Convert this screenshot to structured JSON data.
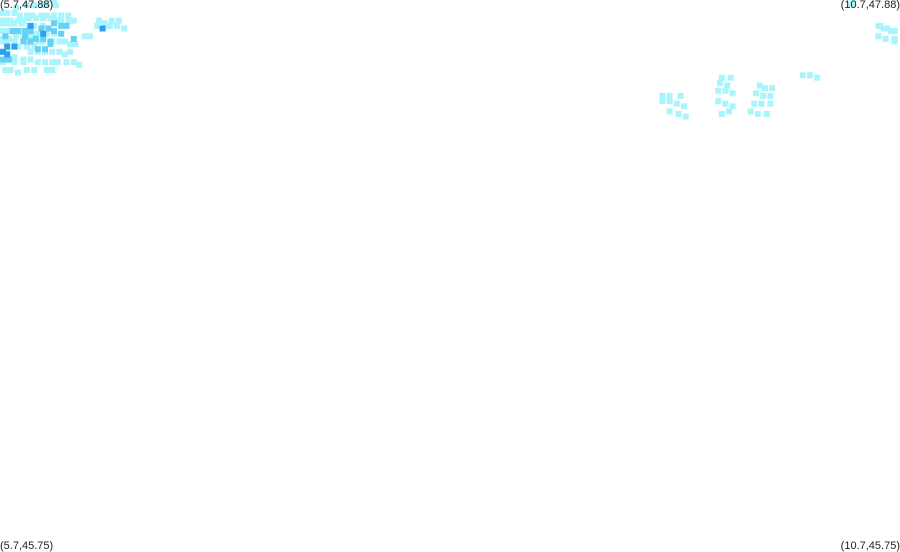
{
  "corners": {
    "top_left": "(5.7,47.88)",
    "top_right": "(10.7,47.88)",
    "bottom_left": "(5.7,45.75)",
    "bottom_right": "(10.7,45.75)"
  },
  "bounds": {
    "lon": [
      5.7,
      10.7
    ],
    "lat": [
      45.75,
      47.88
    ]
  },
  "colors": {
    "low": "#aaf5fc",
    "mid": "#66d0f5",
    "high": "#2fa0ee"
  },
  "cells": [
    [
      5.78,
      47.66,
      "low"
    ],
    [
      5.83,
      47.65,
      "low"
    ],
    [
      5.8,
      47.7,
      "low"
    ],
    [
      5.85,
      47.7,
      "low"
    ],
    [
      5.89,
      47.7,
      "low"
    ],
    [
      5.73,
      47.61,
      "low"
    ],
    [
      5.76,
      47.61,
      "low"
    ],
    [
      5.8,
      47.6,
      "low"
    ],
    [
      5.85,
      47.61,
      "low"
    ],
    [
      5.89,
      47.61,
      "low"
    ],
    [
      5.96,
      47.61,
      "low"
    ],
    [
      5.99,
      47.61,
      "low"
    ],
    [
      5.69,
      47.64,
      "low"
    ],
    [
      5.78,
      47.64,
      "low"
    ],
    [
      5.83,
      47.64,
      "low"
    ],
    [
      5.87,
      47.65,
      "low"
    ],
    [
      5.91,
      47.64,
      "low"
    ],
    [
      5.95,
      47.64,
      "low"
    ],
    [
      5.99,
      47.64,
      "low"
    ],
    [
      6.02,
      47.64,
      "low"
    ],
    [
      6.07,
      47.64,
      "low"
    ],
    [
      6.11,
      47.64,
      "low"
    ],
    [
      6.14,
      47.63,
      "low"
    ],
    [
      5.71,
      47.68,
      "low"
    ],
    [
      5.74,
      47.68,
      "low"
    ],
    [
      5.87,
      47.68,
      "low"
    ],
    [
      5.91,
      47.68,
      "low"
    ],
    [
      5.95,
      47.68,
      "low"
    ],
    [
      5.99,
      47.68,
      "low"
    ],
    [
      6.03,
      47.68,
      "low"
    ],
    [
      6.06,
      47.67,
      "low"
    ],
    [
      6.09,
      47.68,
      "low"
    ],
    [
      5.71,
      47.72,
      "low"
    ],
    [
      5.74,
      47.72,
      "low"
    ],
    [
      5.78,
      47.72,
      "low"
    ],
    [
      5.86,
      47.72,
      "low"
    ],
    [
      5.91,
      47.72,
      "low"
    ],
    [
      5.94,
      47.72,
      "low"
    ],
    [
      5.99,
      47.72,
      "low"
    ],
    [
      6.03,
      47.72,
      "low"
    ],
    [
      6.06,
      47.72,
      "low"
    ],
    [
      6.09,
      47.71,
      "low"
    ],
    [
      6.12,
      47.71,
      "low"
    ],
    [
      5.71,
      47.73,
      "low"
    ],
    [
      5.75,
      47.73,
      "low"
    ],
    [
      5.79,
      47.74,
      "low"
    ],
    [
      5.83,
      47.74,
      "low"
    ],
    [
      5.87,
      47.74,
      "low"
    ],
    [
      6.17,
      47.74,
      "low"
    ],
    [
      6.2,
      47.74,
      "low"
    ],
    [
      5.71,
      47.79,
      "low"
    ],
    [
      5.75,
      47.79,
      "low"
    ],
    [
      5.78,
      47.79,
      "low"
    ],
    [
      5.82,
      47.79,
      "low"
    ],
    [
      5.86,
      47.78,
      "low"
    ],
    [
      5.89,
      47.78,
      "low"
    ],
    [
      5.94,
      47.78,
      "low"
    ],
    [
      6.24,
      47.78,
      "low"
    ],
    [
      6.28,
      47.78,
      "low"
    ],
    [
      6.31,
      47.78,
      "low"
    ],
    [
      6.35,
      47.78,
      "low"
    ],
    [
      6.39,
      47.77,
      "low"
    ],
    [
      5.69,
      47.76,
      "low"
    ],
    [
      5.73,
      47.76,
      "low"
    ],
    [
      5.76,
      47.76,
      "low"
    ],
    [
      5.79,
      47.76,
      "low"
    ],
    [
      5.83,
      47.76,
      "low"
    ],
    [
      5.86,
      47.76,
      "low"
    ],
    [
      5.9,
      47.75,
      "low"
    ],
    [
      5.93,
      47.75,
      "low"
    ],
    [
      5.96,
      47.75,
      "low"
    ],
    [
      6.0,
      47.75,
      "low"
    ],
    [
      5.7,
      47.8,
      "low"
    ],
    [
      5.73,
      47.8,
      "low"
    ],
    [
      5.76,
      47.8,
      "low"
    ],
    [
      5.8,
      47.8,
      "low"
    ],
    [
      5.83,
      47.8,
      "low"
    ],
    [
      5.86,
      47.81,
      "low"
    ],
    [
      5.9,
      47.81,
      "low"
    ],
    [
      5.94,
      47.81,
      "low"
    ],
    [
      5.98,
      47.81,
      "low"
    ],
    [
      6.01,
      47.8,
      "low"
    ],
    [
      6.04,
      47.8,
      "low"
    ],
    [
      6.08,
      47.8,
      "low"
    ],
    [
      6.11,
      47.8,
      "low"
    ],
    [
      6.25,
      47.8,
      "low"
    ],
    [
      6.28,
      47.79,
      "low"
    ],
    [
      6.32,
      47.8,
      "low"
    ],
    [
      6.36,
      47.8,
      "low"
    ],
    [
      5.7,
      47.83,
      "low"
    ],
    [
      5.74,
      47.83,
      "low"
    ],
    [
      5.78,
      47.83,
      "low"
    ],
    [
      5.81,
      47.82,
      "low"
    ],
    [
      5.85,
      47.82,
      "low"
    ],
    [
      5.88,
      47.82,
      "low"
    ],
    [
      5.93,
      47.82,
      "low"
    ],
    [
      5.96,
      47.82,
      "low"
    ],
    [
      6.0,
      47.82,
      "low"
    ],
    [
      6.04,
      47.82,
      "low"
    ],
    [
      6.08,
      47.82,
      "low"
    ],
    [
      5.79,
      47.85,
      "low"
    ],
    [
      5.85,
      47.86,
      "low"
    ],
    [
      5.89,
      47.86,
      "low"
    ],
    [
      5.93,
      47.86,
      "low"
    ],
    [
      5.96,
      47.86,
      "low"
    ],
    [
      6.01,
      47.86,
      "low"
    ],
    [
      5.96,
      47.88,
      "low"
    ],
    [
      6.0,
      47.88,
      "low"
    ],
    [
      5.84,
      47.76,
      "mid"
    ],
    [
      5.77,
      47.76,
      "mid"
    ],
    [
      5.8,
      47.76,
      "mid"
    ],
    [
      6.0,
      47.79,
      "mid"
    ],
    [
      6.04,
      47.78,
      "mid"
    ],
    [
      6.07,
      47.78,
      "mid"
    ],
    [
      6.0,
      47.76,
      "mid"
    ],
    [
      6.04,
      47.75,
      "mid"
    ],
    [
      6.11,
      47.73,
      "mid"
    ],
    [
      5.94,
      47.73,
      "mid"
    ],
    [
      5.9,
      47.73,
      "mid"
    ],
    [
      5.98,
      47.72,
      "mid"
    ],
    [
      5.83,
      47.72,
      "mid"
    ],
    [
      5.87,
      47.72,
      "mid"
    ],
    [
      5.91,
      47.69,
      "mid"
    ],
    [
      5.95,
      47.69,
      "mid"
    ],
    [
      5.71,
      47.65,
      "mid"
    ],
    [
      5.75,
      47.65,
      "mid"
    ],
    [
      5.73,
      47.74,
      "mid"
    ],
    [
      5.84,
      47.74,
      "mid"
    ],
    [
      5.97,
      47.77,
      "mid"
    ],
    [
      5.93,
      47.77,
      "mid"
    ],
    [
      5.87,
      47.76,
      "mid"
    ],
    [
      5.98,
      47.71,
      "mid"
    ],
    [
      5.74,
      47.7,
      "high"
    ],
    [
      5.74,
      47.67,
      "high"
    ],
    [
      5.78,
      47.7,
      "high"
    ],
    [
      5.87,
      47.78,
      "high"
    ],
    [
      6.27,
      47.77,
      "high"
    ],
    [
      5.94,
      47.75,
      "high"
    ],
    [
      5.7,
      47.68,
      "high"
    ],
    [
      9.42,
      47.45,
      "low"
    ],
    [
      9.47,
      47.44,
      "low"
    ],
    [
      9.51,
      47.43,
      "low"
    ],
    [
      9.38,
      47.49,
      "low"
    ],
    [
      9.42,
      47.49,
      "low"
    ],
    [
      9.46,
      47.48,
      "low"
    ],
    [
      9.5,
      47.47,
      "low"
    ],
    [
      9.38,
      47.51,
      "low"
    ],
    [
      9.42,
      47.51,
      "low"
    ],
    [
      9.48,
      47.51,
      "low"
    ],
    [
      9.69,
      47.49,
      "low"
    ],
    [
      9.73,
      47.48,
      "low"
    ],
    [
      9.77,
      47.47,
      "low"
    ],
    [
      9.71,
      47.44,
      "low"
    ],
    [
      9.75,
      47.45,
      "low"
    ],
    [
      9.69,
      47.53,
      "low"
    ],
    [
      9.73,
      47.53,
      "low"
    ],
    [
      9.77,
      47.52,
      "low"
    ],
    [
      9.7,
      47.56,
      "low"
    ],
    [
      9.74,
      47.55,
      "low"
    ],
    [
      9.71,
      47.58,
      "low"
    ],
    [
      9.76,
      47.58,
      "low"
    ],
    [
      9.92,
      47.55,
      "low"
    ],
    [
      9.95,
      47.54,
      "low"
    ],
    [
      9.99,
      47.54,
      "low"
    ],
    [
      9.9,
      47.52,
      "low"
    ],
    [
      9.94,
      47.51,
      "low"
    ],
    [
      9.98,
      47.51,
      "low"
    ],
    [
      9.89,
      47.48,
      "low"
    ],
    [
      9.93,
      47.48,
      "low"
    ],
    [
      9.98,
      47.48,
      "low"
    ],
    [
      9.87,
      47.45,
      "low"
    ],
    [
      9.91,
      47.44,
      "low"
    ],
    [
      9.96,
      47.44,
      "low"
    ],
    [
      10.16,
      47.59,
      "low"
    ],
    [
      10.2,
      47.59,
      "low"
    ],
    [
      10.24,
      47.58,
      "low"
    ],
    [
      10.44,
      47.89,
      "low"
    ],
    [
      10.43,
      47.86,
      "low"
    ],
    [
      10.59,
      47.78,
      "low"
    ],
    [
      10.63,
      47.77,
      "low"
    ],
    [
      10.67,
      47.76,
      "low"
    ],
    [
      10.58,
      47.74,
      "low"
    ],
    [
      10.62,
      47.73,
      "low"
    ],
    [
      10.67,
      47.73,
      "low"
    ],
    [
      10.65,
      47.76,
      "low"
    ],
    [
      10.58,
      47.78,
      "low"
    ],
    [
      10.61,
      47.77,
      "low"
    ],
    [
      10.62,
      47.73,
      "low"
    ],
    [
      10.67,
      47.72,
      "low"
    ]
  ]
}
